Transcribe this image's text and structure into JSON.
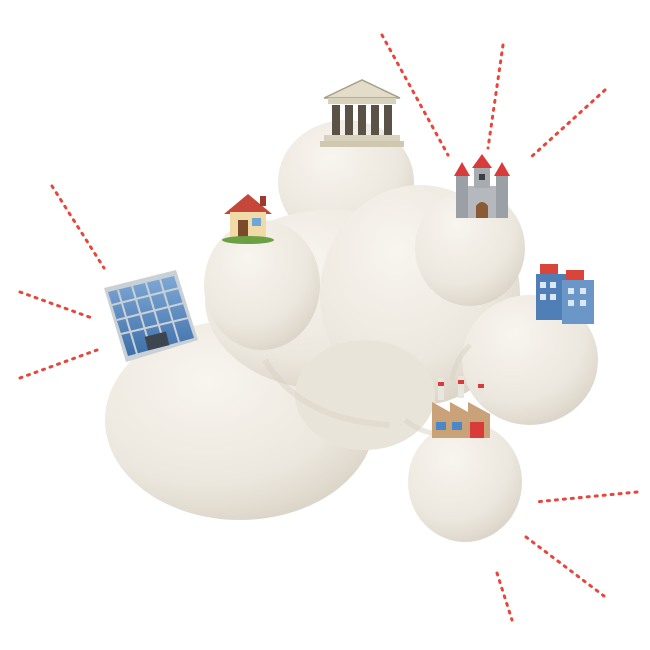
{
  "scene": {
    "background_color": "#ffffff",
    "cloud_color": "#efebe3",
    "cloud_shadow_color": "#d9d3c7",
    "ray_color": "#e8453c",
    "buildings": [
      {
        "name": "bank",
        "icon": "classical-bank-building-icon"
      },
      {
        "name": "castle",
        "icon": "castle-icon"
      },
      {
        "name": "house",
        "icon": "house-icon"
      },
      {
        "name": "office",
        "icon": "office-building-icon"
      },
      {
        "name": "hotel",
        "icon": "hotel-icon"
      },
      {
        "name": "factory",
        "icon": "factory-icon"
      }
    ]
  }
}
